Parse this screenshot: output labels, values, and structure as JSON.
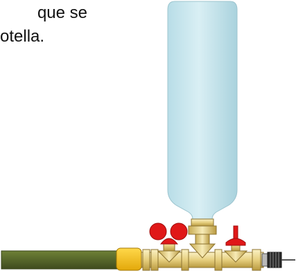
{
  "caption": {
    "line1": "que se",
    "line2": "otella."
  },
  "colors": {
    "bottle_fill": "#c5e6ee",
    "bottle_stroke": "#8fb4bf",
    "hose_fill": "#5a6a2c",
    "coupler_fill": "#f5bf10",
    "brass_light": "#f3e4a6",
    "brass_dark": "#b99a40",
    "valve_red": "#e01818",
    "end_cap": "#2a2a2a"
  },
  "icons": {
    "tee": "brass-tee-fitting",
    "ball_valve_left": "ball-valve-icon",
    "ball_valve_right": "ball-valve-icon",
    "check_valve": "schrader-valve-icon"
  }
}
